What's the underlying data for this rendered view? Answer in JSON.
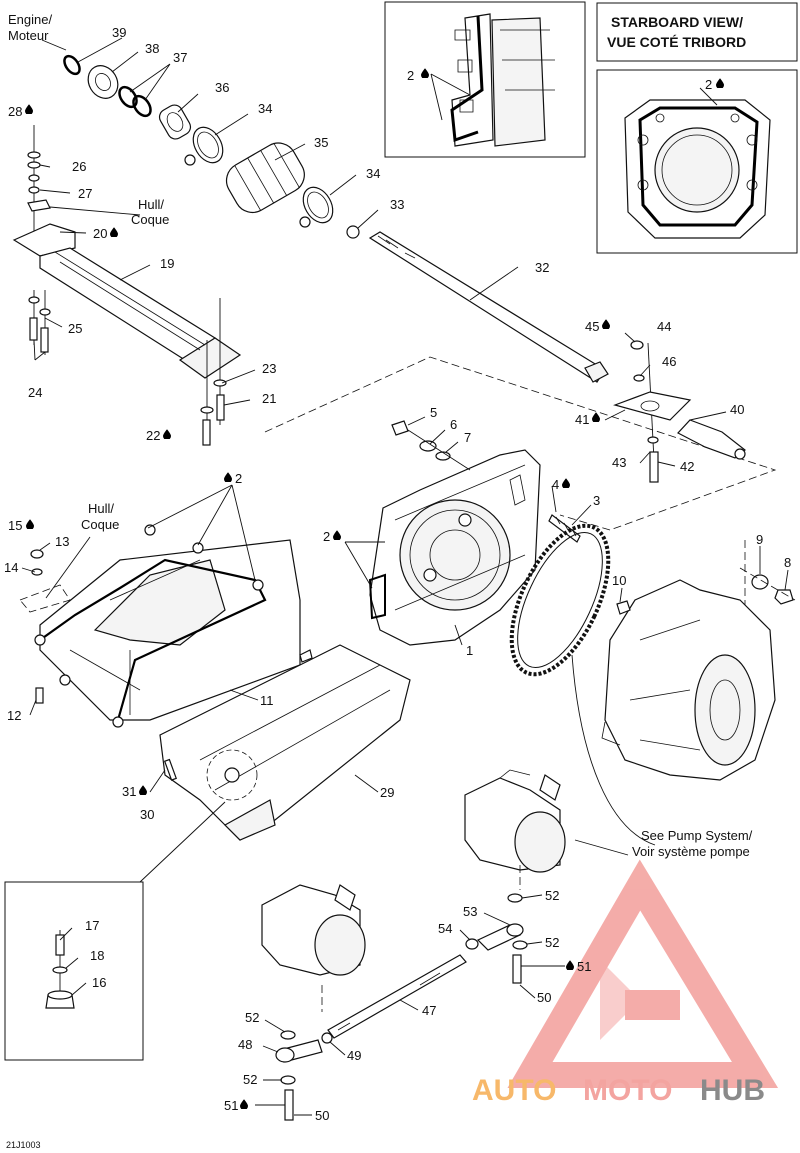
{
  "corner": {
    "engine_label": "Engine/",
    "engine_label_fr": "Moteur",
    "hull_label_1": "Hull/",
    "hull_label_1_fr": "Coque",
    "hull_label_2": "Hull/",
    "hull_label_2_fr": "Coque"
  },
  "starboard": {
    "title": "STARBOARD VIEW/",
    "title_fr": "VUE COTÉ TRIBORD"
  },
  "pump_ref": {
    "line1": "See Pump System/",
    "line2": "Voir système pompe"
  },
  "diagram_code": "21J1003",
  "watermark": {
    "auto": "AUTO",
    "moto": "MOTO",
    "hub": "HUB"
  },
  "callouts": [
    {
      "id": "c39",
      "text": "39"
    },
    {
      "id": "c38",
      "text": "38"
    },
    {
      "id": "c37",
      "text": "37"
    },
    {
      "id": "c36",
      "text": "36"
    },
    {
      "id": "c35",
      "text": "35"
    },
    {
      "id": "c34a",
      "text": "34"
    },
    {
      "id": "c34b",
      "text": "34"
    },
    {
      "id": "c33",
      "text": "33"
    },
    {
      "id": "c32",
      "text": "32"
    },
    {
      "id": "c28",
      "text": "28"
    },
    {
      "id": "c26",
      "text": "26"
    },
    {
      "id": "c27",
      "text": "27"
    },
    {
      "id": "c20",
      "text": "20"
    },
    {
      "id": "c19",
      "text": "19"
    },
    {
      "id": "c25",
      "text": "25"
    },
    {
      "id": "c24",
      "text": "24"
    },
    {
      "id": "c23",
      "text": "23"
    },
    {
      "id": "c21",
      "text": "21"
    },
    {
      "id": "c22",
      "text": "22"
    },
    {
      "id": "c45",
      "text": "45"
    },
    {
      "id": "c44",
      "text": "44"
    },
    {
      "id": "c46",
      "text": "46"
    },
    {
      "id": "c41",
      "text": "41"
    },
    {
      "id": "c40",
      "text": "40"
    },
    {
      "id": "c43",
      "text": "43"
    },
    {
      "id": "c42",
      "text": "42"
    },
    {
      "id": "c5",
      "text": "5"
    },
    {
      "id": "c6",
      "text": "6"
    },
    {
      "id": "c7",
      "text": "7"
    },
    {
      "id": "c4",
      "text": "4"
    },
    {
      "id": "c3",
      "text": "3"
    },
    {
      "id": "c9",
      "text": "9"
    },
    {
      "id": "c8",
      "text": "8"
    },
    {
      "id": "c10",
      "text": "10"
    },
    {
      "id": "c2a",
      "text": "2"
    },
    {
      "id": "c2b",
      "text": "2"
    },
    {
      "id": "c2c",
      "text": "2"
    },
    {
      "id": "c2d",
      "text": "2"
    },
    {
      "id": "c1",
      "text": "1"
    },
    {
      "id": "c15",
      "text": "15"
    },
    {
      "id": "c13",
      "text": "13"
    },
    {
      "id": "c14",
      "text": "14"
    },
    {
      "id": "c12",
      "text": "12"
    },
    {
      "id": "c11",
      "text": "11"
    },
    {
      "id": "c31",
      "text": "31"
    },
    {
      "id": "c30",
      "text": "30"
    },
    {
      "id": "c29",
      "text": "29"
    },
    {
      "id": "c17",
      "text": "17"
    },
    {
      "id": "c18",
      "text": "18"
    },
    {
      "id": "c16",
      "text": "16"
    },
    {
      "id": "c53",
      "text": "53"
    },
    {
      "id": "c52a",
      "text": "52"
    },
    {
      "id": "c52b",
      "text": "52"
    },
    {
      "id": "c54",
      "text": "54"
    },
    {
      "id": "c51a",
      "text": "51"
    },
    {
      "id": "c50a",
      "text": "50"
    },
    {
      "id": "c47",
      "text": "47"
    },
    {
      "id": "c52c",
      "text": "52"
    },
    {
      "id": "c48",
      "text": "48"
    },
    {
      "id": "c49",
      "text": "49"
    },
    {
      "id": "c52d",
      "text": "52"
    },
    {
      "id": "c51b",
      "text": "51"
    },
    {
      "id": "c50b",
      "text": "50"
    }
  ],
  "colors": {
    "line": "#111111",
    "watermark_red": "#e8302a",
    "watermark_orange": "#f5a623",
    "watermark_grey": "#555555"
  }
}
